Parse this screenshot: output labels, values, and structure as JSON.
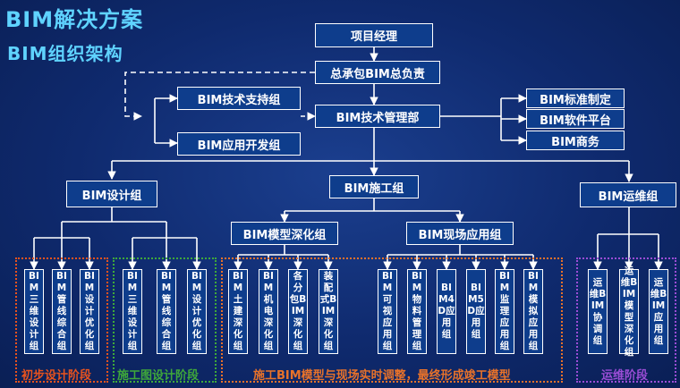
{
  "header": {
    "title": "BIM解决方案",
    "subtitle": "BIM组织架构"
  },
  "colors": {
    "background": "#0f2a6e",
    "box_fill": "#0e3d8c",
    "title": "#5fd3ff",
    "phase1": "#e8531e",
    "phase2": "#3fa93a",
    "phase3": "#e8722a",
    "phase4": "#9b4dd6"
  },
  "nodes": {
    "pm": "项目经理",
    "gc": "总承包BIM总负责",
    "tech_support": "BIM技术支持组",
    "app_dev": "BIM应用开发组",
    "tech_mgmt": "BIM技术管理部",
    "standard": "BIM标准制定",
    "software": "BIM软件平台",
    "business": "BIM商务",
    "design_group": "BIM设计组",
    "construction_group": "BIM施工组",
    "operation_group": "BIM运维组",
    "model_group": "BIM模型深化组",
    "site_group": "BIM现场应用组"
  },
  "leaves": {
    "design": [
      "BIM三维设计组",
      "BIM管线综合组",
      "BIM设计优化组"
    ],
    "construction_drawing": [
      "BIM三维设计组",
      "BIM管线综合组",
      "BIM设计优化组"
    ],
    "model": [
      "BIM土建深化组",
      "BIM机电深化组",
      "各分包BIM深化组",
      "装配式BIM深化组"
    ],
    "site": [
      "BIM可视应用组",
      "BIM物料管理组",
      "BIM4D应用组",
      "BIM5D应用组",
      "BIM监理应用组",
      "BIM模拟应用组"
    ],
    "operation": [
      "运维BIM协调组",
      "运维BIM模型深化组",
      "运维BIM应用组"
    ]
  },
  "phases": [
    "初步设计阶段",
    "施工图设计阶段",
    "施工BIM模型与现场实时调整，最终形成竣工模型",
    "运维阶段"
  ]
}
